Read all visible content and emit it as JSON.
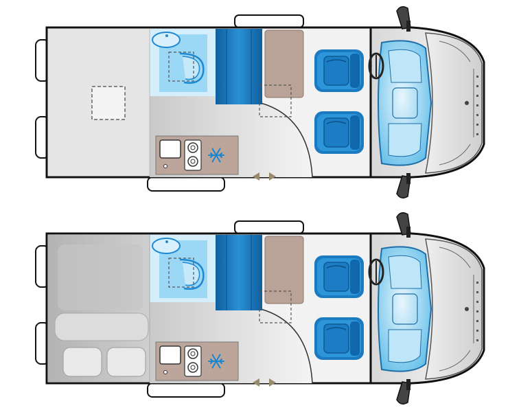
{
  "diagram": {
    "type": "campervan-floor-plan",
    "layouts": [
      {
        "id": "layout-top",
        "rear": "open-floor",
        "hatch_marker": true
      },
      {
        "id": "layout-bottom",
        "rear": "bed-with-pillows",
        "pillow_count": 2
      }
    ],
    "features": [
      "washroom",
      "wardrobe",
      "cabinet",
      "kitchen-sink",
      "two-burner-hob",
      "fridge",
      "two-swivel-seats",
      "sliding-door",
      "driver-cab"
    ],
    "icons": {
      "fridge": "snowflake-icon",
      "door": "door-arrows-icon",
      "sink": "sink-icon",
      "hob": "hob-burners-icon",
      "seat": "seat-icon",
      "steering": "steering-wheel-icon",
      "mirror": "side-mirror-icon"
    },
    "colors": {
      "body_outline": "#111111",
      "rear_floor": "#e7e7e7",
      "aisle": "#d4d4d4",
      "washroom": "#8fd3f5",
      "washroom_light": "#d7effb",
      "wardrobe": "#1d7fc6",
      "cabinet_wood": "#b9a399",
      "seat_blue": "#1e88d1",
      "cab_glass": "#78c8ee",
      "cab_panel": "#e6e6e6",
      "bed_grey": "#bdbdbd",
      "pillow": "#e9e9e9",
      "door_arrow": "#9a8a6d"
    }
  }
}
